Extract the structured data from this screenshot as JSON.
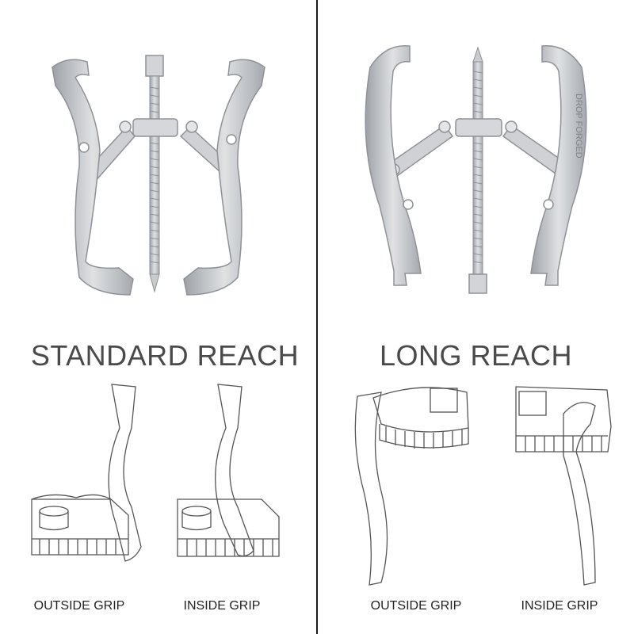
{
  "left_panel": {
    "heading": "STANDARD REACH",
    "captions": [
      "OUTSIDE GRIP",
      "INSIDE GRIP"
    ]
  },
  "right_panel": {
    "heading": "LONG REACH",
    "captions": [
      "OUTSIDE GRIP",
      "INSIDE GRIP"
    ],
    "jaw_stamp": "DROP FORGED"
  },
  "colors": {
    "background": "#ffffff",
    "divider": "#1a1a1a",
    "heading_text": "#4a4a4a",
    "tool_metal": "#c4c7cb",
    "tool_shadow": "#8e9297",
    "line_art": "#555555"
  },
  "icons": [
    "gear-puller-standard-reach",
    "gear-puller-long-reach",
    "outside-grip-diagram",
    "inside-grip-diagram"
  ]
}
